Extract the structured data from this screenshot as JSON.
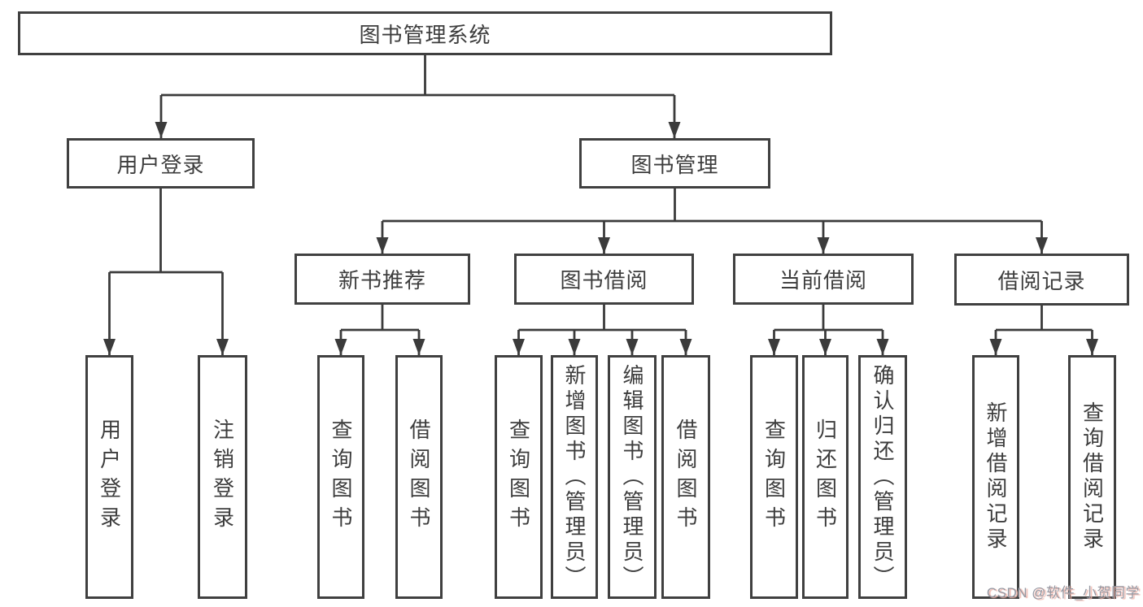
{
  "tree": {
    "label": "图书管理系统",
    "children": [
      {
        "label": "用户登录",
        "children": [
          {
            "label": "用户登录"
          },
          {
            "label": "注销登录"
          }
        ]
      },
      {
        "label": "图书管理",
        "children": [
          {
            "label": "新书推荐",
            "children": [
              {
                "label": "查询图书"
              },
              {
                "label": "借阅图书"
              }
            ]
          },
          {
            "label": "图书借阅",
            "children": [
              {
                "label": "查询图书"
              },
              {
                "label": "新增图书（管理员）"
              },
              {
                "label": "编辑图书（管理员）"
              },
              {
                "label": "借阅图书"
              }
            ]
          },
          {
            "label": "当前借阅",
            "children": [
              {
                "label": "查询图书"
              },
              {
                "label": "归还图书"
              },
              {
                "label": "确认归还（管理员）"
              }
            ]
          },
          {
            "label": "借阅记录",
            "children": [
              {
                "label": "新增借阅记录"
              },
              {
                "label": "查询借阅记录"
              }
            ]
          }
        ]
      }
    ]
  },
  "watermark": {
    "text": "CSDN @软件_小贺同学"
  },
  "colors": {
    "background": "#ffffff",
    "line": "#3b3b3b",
    "box_border": "#404040",
    "text": "#3d3d3d",
    "watermark_text": "#9598a2",
    "watermark_shadow": "#efb4aa"
  }
}
